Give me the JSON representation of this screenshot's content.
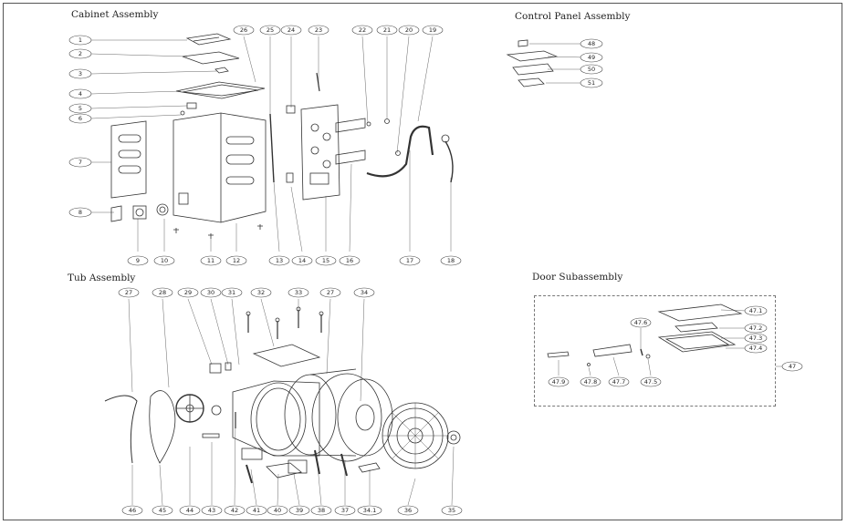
{
  "sections": {
    "cabinet": "Cabinet Assembly",
    "control": "Control Panel Assembly",
    "tub": "Tub Assembly",
    "door": "Door Subassembly"
  },
  "callouts": {
    "c1": "1",
    "c2": "2",
    "c3": "3",
    "c4": "4",
    "c5": "5",
    "c6": "6",
    "c7": "7",
    "c8": "8",
    "c9": "9",
    "c10": "10",
    "c11": "11",
    "c12": "12",
    "c13": "13",
    "c14": "14",
    "c15": "15",
    "c16": "16",
    "c17": "17",
    "c18": "18",
    "c19": "19",
    "c20": "20",
    "c21": "21",
    "c22": "22",
    "c23": "23",
    "c24": "24",
    "c25": "25",
    "c26": "26",
    "c48": "48",
    "c49": "49",
    "c50": "50",
    "c51": "51",
    "t27a": "27",
    "t28": "28",
    "t29": "29",
    "t30": "30",
    "t31": "31",
    "t32": "32",
    "t33": "33",
    "t27b": "27",
    "t34": "34",
    "b46": "46",
    "b45": "45",
    "b44": "44",
    "b43": "43",
    "b42": "42",
    "b41": "41",
    "b40": "40",
    "b39": "39",
    "b38": "38",
    "b37": "37",
    "b341": "34.1",
    "b36": "36",
    "b35": "35",
    "d471": "47.1",
    "d472": "47.2",
    "d473": "47.3",
    "d474": "47.4",
    "d47": "47",
    "d476": "47.6",
    "d479": "47.9",
    "d478": "47.8",
    "d477": "47.7",
    "d475": "47.5"
  }
}
